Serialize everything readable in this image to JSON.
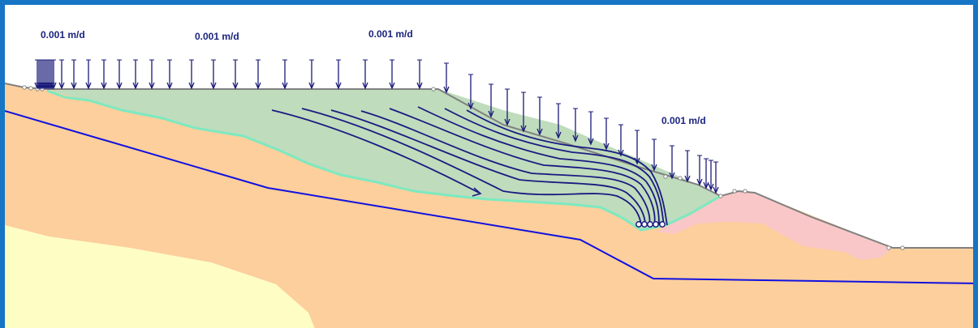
{
  "view": {
    "title": "Seepage cross-section with infiltration boundary",
    "load_labels": [
      "0.001 m/d",
      "0.001 m/d",
      "0.001 m/d",
      "0.001 m/d"
    ]
  },
  "colors": {
    "frame": "#1675c4",
    "sky": "#ffffff",
    "bedrock": "#fefec4",
    "soil": "#fccf9c",
    "waste_fill": "#bfdcbd",
    "embankment": "#f9c7c7",
    "phreatic_line": "#7de9c0",
    "water_table": "#1010e0",
    "flow_lines": "#1a1a80",
    "load_arrows": "#1a1a7a",
    "ground_line": "#808080"
  },
  "icons": {
    "load_arrow": "down-arrow-icon",
    "seepage_exit": "seepage-exit-circle-icon"
  }
}
